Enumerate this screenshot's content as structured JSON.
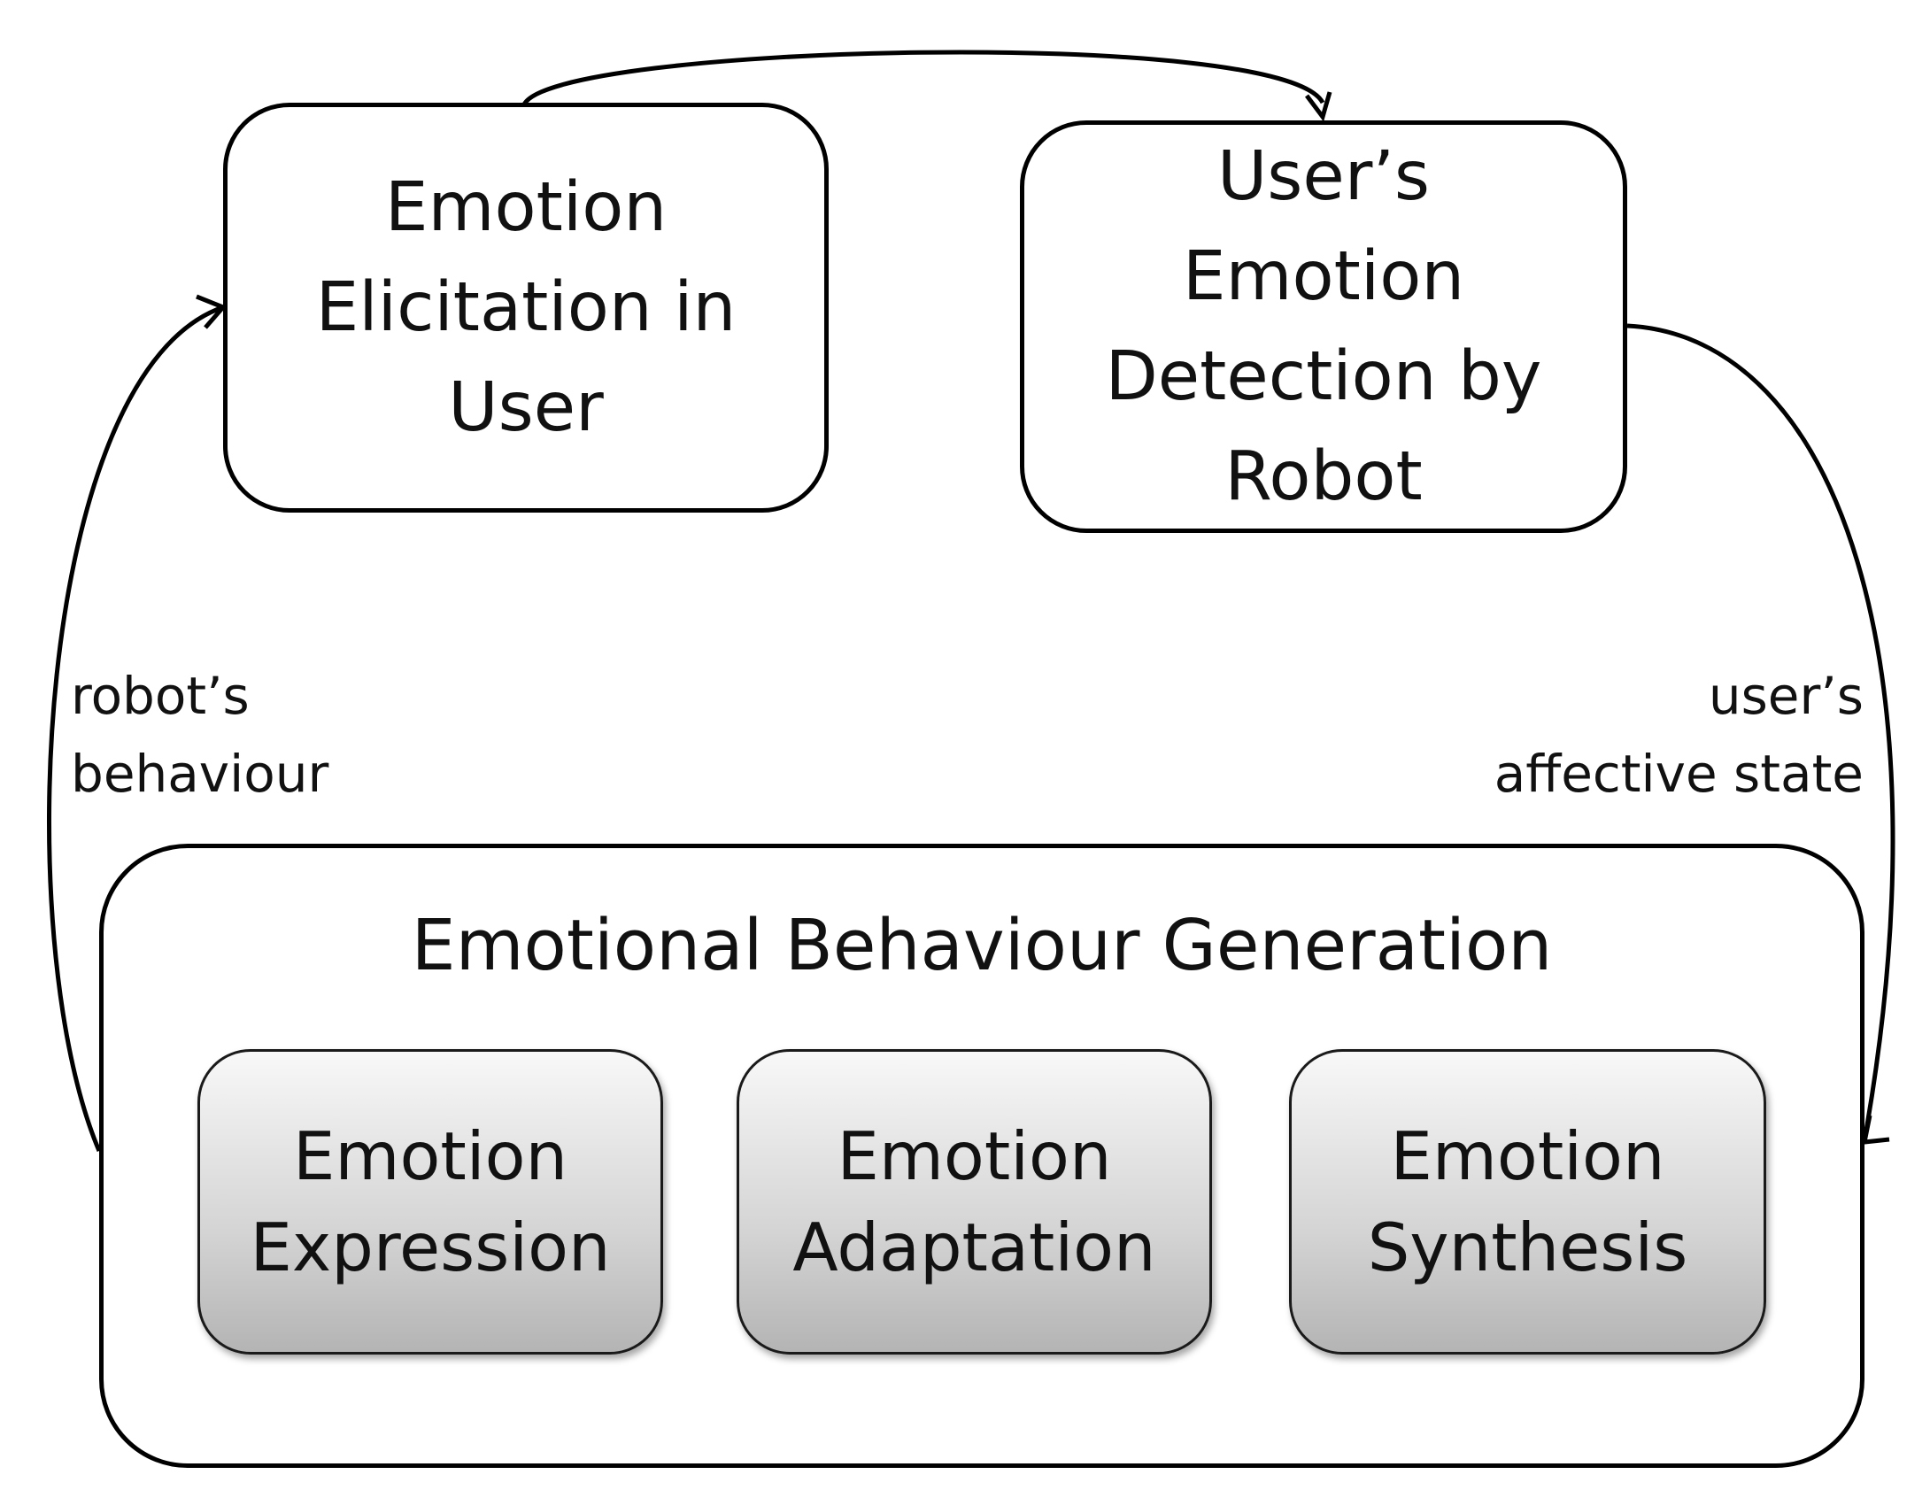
{
  "boxes": {
    "elicitation": "Emotion\nElicitation in\nUser",
    "detection": "User’s\nEmotion\nDetection by\nRobot",
    "generation_title": "Emotional Behaviour Generation",
    "sub_boxes": [
      "Emotion\nExpression",
      "Emotion\nAdaptation",
      "Emotion\nSynthesis"
    ]
  },
  "labels": {
    "robot_behaviour": "robot’s\nbehaviour",
    "user_state": "user’s\naffective state"
  }
}
